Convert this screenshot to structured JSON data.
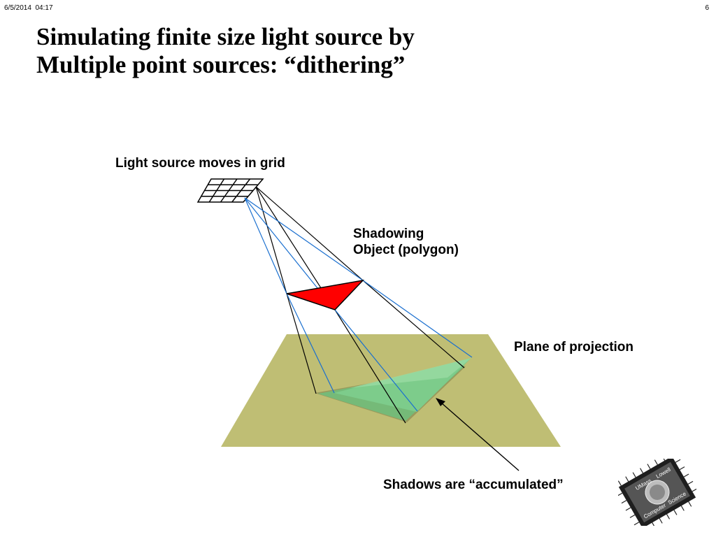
{
  "header": {
    "date": "6/5/2014",
    "time": "04:17",
    "page_number": "6"
  },
  "title": {
    "line1": "Simulating finite size light source by",
    "line2": "Multiple point sources:  “dithering”"
  },
  "labels": {
    "light_grid": "Light source moves in grid",
    "shadowing_object_line1": "Shadowing",
    "shadowing_object_line2": "Object (polygon)",
    "plane": "Plane of projection",
    "shadows": "Shadows are “accumulated”"
  },
  "logo": {
    "text_top_left": "UMass",
    "text_top_right": "Lowell",
    "text_bottom_left": "Computer",
    "text_bottom_right": "Science"
  },
  "colors": {
    "plane": "#bfbe74",
    "polygon": "#ff0000",
    "shadow": "#7dcc8b",
    "shadow_dark": "#9a9a5c",
    "ray_blue": "#1a6fcf",
    "ray_black": "#000000"
  }
}
